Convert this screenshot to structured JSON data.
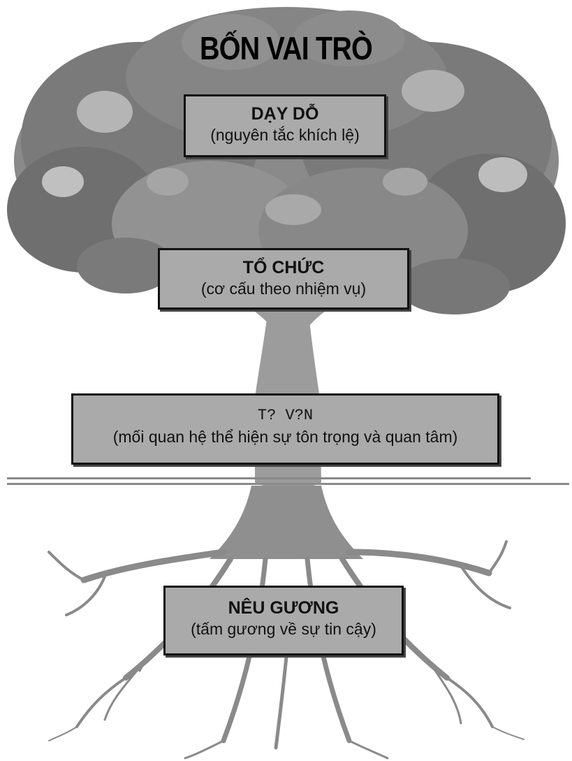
{
  "title": "BỐN VAI TRÒ",
  "roles": [
    {
      "heading": "DẠY DỖ",
      "description": "(nguyên tắc khích lệ)"
    },
    {
      "heading": "TỔ CHỨC",
      "description": "(cơ cấu theo nhiệm vụ)"
    },
    {
      "heading": "T? V?N",
      "description": "(mối quan hệ thể hiện sự tôn trọng và quan tâm)"
    },
    {
      "heading": "NÊU GƯƠNG",
      "description": "(tấm gương về sự tin cậy)"
    }
  ],
  "colors": {
    "box_fill": "#aaaaaa",
    "box_border": "#111111",
    "foliage": "#7a7a7a",
    "trunk": "#9a9a9a",
    "roots": "#8c8c8c"
  }
}
